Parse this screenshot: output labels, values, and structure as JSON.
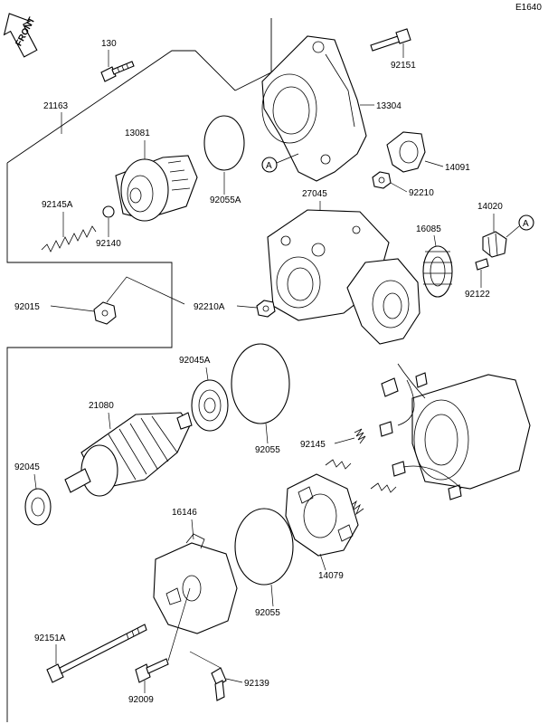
{
  "diagram_code": "E1640",
  "front_label": "FRONT",
  "ref_mark": "A",
  "part_numbers": {
    "p130": "130",
    "p92151": "92151",
    "p21163": "21163",
    "p13304": "13304",
    "p13081": "13081",
    "p14091": "14091",
    "p92055A": "92055A",
    "p27045": "27045",
    "p92210": "92210",
    "p92145A": "92145A",
    "p14020": "14020",
    "p16085": "16085",
    "p92140": "92140",
    "p92122": "92122",
    "p92015": "92015",
    "p92210A": "92210A",
    "p92045A": "92045A",
    "p21080": "21080",
    "p92055": "92055",
    "p92145": "92145",
    "p92045": "92045",
    "p16146": "16146",
    "p14079": "14079",
    "p92055b": "92055",
    "p92151A": "92151A",
    "p92139": "92139",
    "p92009": "92009"
  }
}
